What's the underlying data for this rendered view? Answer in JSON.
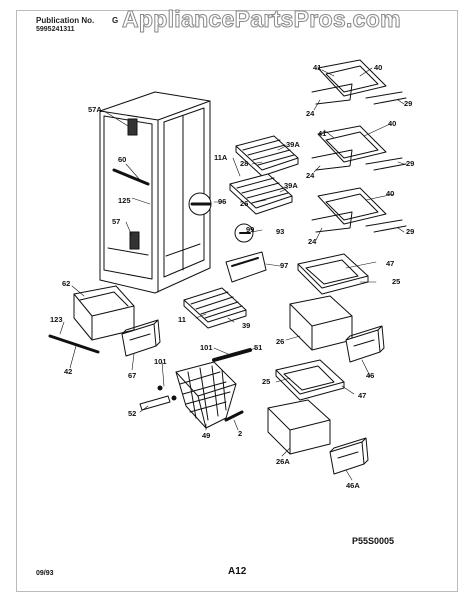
{
  "header": {
    "publication_label": "Publication No.",
    "publication_number": "5995241311",
    "model_fragment": "G"
  },
  "watermark": "AppliancePartsPros.com",
  "parts": {
    "p57A": "57A",
    "p60": "60",
    "p125": "125",
    "p57": "57",
    "p41a": "41",
    "p40a": "40",
    "p24a": "24",
    "p29a": "29",
    "p41b": "41",
    "p40b": "40",
    "p39Aa": "39A",
    "p28": "28",
    "p11A": "11A",
    "p24b": "24",
    "p29b": "29",
    "p39Ab": "39A",
    "p26": "26",
    "p96": "96",
    "p40c": "40",
    "p24c": "24",
    "p29c": "29",
    "p99": "99",
    "p93": "93",
    "p97": "97",
    "p47a": "47",
    "p25a": "25",
    "p62": "62",
    "p11": "11",
    "p39": "39",
    "p123": "123",
    "p42": "42",
    "p67": "67",
    "p26b": "26",
    "p101": "101",
    "p51": "51",
    "p46": "46",
    "p101b": "101",
    "p25b": "25",
    "p47b": "47",
    "p52": "52",
    "p49": "49",
    "p2": "2",
    "p26A": "26A",
    "p46A": "46A"
  },
  "footer": {
    "drawing_code": "P55S0005",
    "date": "09/93",
    "page": "A12"
  }
}
